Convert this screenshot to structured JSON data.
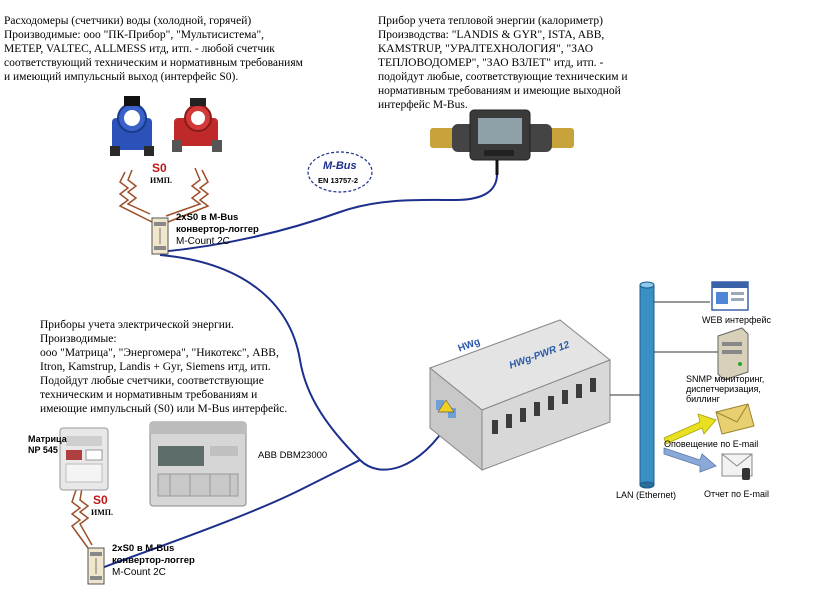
{
  "water_meters": {
    "text": "Расходомеры (счетчики) воды (холодной, горячей)\nПроизводимые: ооо \"ПК-Прибор\", \"Мультисистема\",\nMETEP, VALTEC, ALLMESS итд, итп. - любой счетчик\nсоответствующий техническим и нормативным требованиям\nи имеющий импульсный выход (интерфейс S0)."
  },
  "heat_meter": {
    "text": "Прибор учета тепловой энергии (калориметр)\nПроизводства: \"LANDIS & GYR\", ISTA, ABB,\nKAMSTRUP, \"УРАЛТЕХНОЛОГИЯ\", \"ЗАО\nТЕПЛОВОДОМЕР\", \"ЗАО ВЗЛЕТ\" итд, итп. -\nподойдут любые, соответствующие техническим и\nнормативным требованиям и имеющие выходной\nинтерфейс M-Bus."
  },
  "electric_meters": {
    "text": "Приборы учета электрической энергии.\nПроизводимые:\nооо \"Матрица\", \"Энергомера\", \"Никотекс\", ABB,\nItron, Kamstrup, Landis + Gyr, Siemens итд, итп.\nПодойдут любые счетчики, соответствующие\nтехническим и нормативным требованиям и\nимеющие импульсный (S0) или M-Bus интерфейс."
  },
  "s0_top": {
    "title": "S0",
    "sub": "ИМП."
  },
  "s0_bottom": {
    "title": "S0",
    "sub": "ИМП."
  },
  "converter_top": {
    "line1": "2xS0 в M-Bus",
    "line2": "конвертор-логгер",
    "line3": "M-Count 2C"
  },
  "converter_bottom": {
    "line1": "2xS0 в M-Bus",
    "line2": "конвертор-логгер",
    "line3": "M-Count 2C"
  },
  "mbus_badge": {
    "logo": "M-Bus",
    "standard": "EN 13757-2"
  },
  "matrix_meter": {
    "label": "Матрица\nNP 545"
  },
  "abb_meter": {
    "label": "ABB DBM23000"
  },
  "hwg_device": {
    "brand": "HWg",
    "model": "HWg-PWR 12"
  },
  "lan": {
    "label": "LAN (Ethernet)"
  },
  "services": {
    "web": "WEB интерфейс",
    "snmp": "SNMP мониторинг,\nдиспетчеризация,\nбиллинг",
    "email_alert": "Оповещение по E-mail",
    "email_report": "Отчет по E-mail"
  },
  "colors": {
    "cable": "#1c2f8c",
    "lan_pipe": "#3a8fc4",
    "heat_meter_body": "#444444",
    "brass": "#c8a23a",
    "device_body": "#d8d8d8",
    "alert_arrow": "#e8e020",
    "report_arrow": "#8aa8d8",
    "envelope": "#e8d070",
    "red_meter": "#c0292a",
    "blue_meter": "#2b52b8"
  }
}
